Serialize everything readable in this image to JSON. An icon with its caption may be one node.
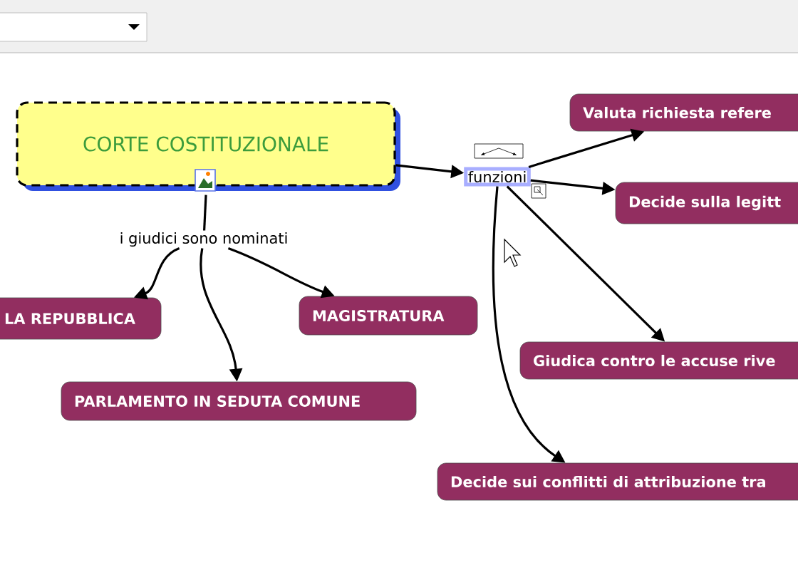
{
  "diagram": {
    "nodes": [
      {
        "text": [
          "CORTE COSTITUZIONALE"
        ]
      },
      {
        "text": [
          "i giudici sono nominati"
        ]
      },
      {
        "text": [
          "LA REPUBBLICA"
        ]
      },
      {
        "text": [
          "MAGISTRATURA"
        ]
      },
      {
        "text": [
          "PARLAMENTO IN SEDUTA COMUNE"
        ]
      },
      {
        "text": [
          "funzioni"
        ]
      },
      {
        "text": [
          "Valuta richiesta refere"
        ]
      },
      {
        "text": [
          "Decide sulla legitt"
        ]
      },
      {
        "text": [
          "Giudica contro le accuse rive"
        ]
      },
      {
        "text": [
          "Decide sui conflitti di attribuzione tra"
        ]
      }
    ],
    "edges": [
      {
        "from": 0,
        "to": 1,
        "arrow": "none"
      },
      {
        "from": 1,
        "to": 2,
        "arrow": "to"
      },
      {
        "from": 1,
        "to": 4,
        "arrow": "to"
      },
      {
        "from": 1,
        "to": 3,
        "arrow": "to"
      },
      {
        "from": 0,
        "to": 5,
        "arrow": "to"
      },
      {
        "from": 5,
        "to": 6,
        "arrow": "to"
      },
      {
        "from": 5,
        "to": 7,
        "arrow": "to"
      },
      {
        "from": 5,
        "to": 8,
        "arrow": "to"
      },
      {
        "from": 5,
        "to": 9,
        "arrow": "to"
      }
    ]
  }
}
